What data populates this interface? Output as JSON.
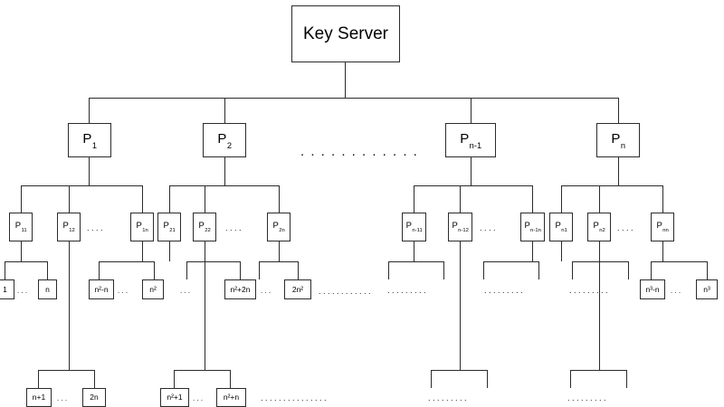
{
  "diagram": {
    "title": "Key Server hierarchical key distribution tree",
    "colors": {
      "stroke": "#2b2b2b",
      "background": "#ffffff",
      "text": "#000000"
    },
    "root": {
      "label": "Key Server"
    },
    "level1": [
      {
        "id": "p1",
        "base": "P",
        "sub": "1"
      },
      {
        "id": "p2",
        "base": "P",
        "sub": "2"
      },
      {
        "id": "pn-1",
        "base": "P",
        "sub": "n-1"
      },
      {
        "id": "pn",
        "base": "P",
        "sub": "n"
      }
    ],
    "level1_gap_dots": ". . . . . . . . . . . .",
    "level2": {
      "group1": [
        {
          "base": "P",
          "sub": "11"
        },
        {
          "base": "P",
          "sub": "12"
        },
        {
          "base": "P",
          "sub": "1n"
        }
      ],
      "group2": [
        {
          "base": "P",
          "sub": "21"
        },
        {
          "base": "P",
          "sub": "22"
        },
        {
          "base": "P",
          "sub": "2n"
        }
      ],
      "group3": [
        {
          "base": "P",
          "sub": "n-11"
        },
        {
          "base": "P",
          "sub": "n-12"
        },
        {
          "base": "P",
          "sub": "n-1n"
        }
      ],
      "group4": [
        {
          "base": "P",
          "sub": "n1"
        },
        {
          "base": "P",
          "sub": "n2"
        },
        {
          "base": "P",
          "sub": "nn"
        }
      ],
      "inner_dots": ". . . ."
    },
    "leaves_row1": [
      {
        "id": "leaf-1",
        "text": "1"
      },
      {
        "id": "leaf-n",
        "text": "n"
      },
      {
        "id": "leaf-n2-n",
        "text": "n²-n"
      },
      {
        "id": "leaf-n2",
        "text": "n²"
      },
      {
        "id": "leaf-n2p2n",
        "text": "n²+2n"
      },
      {
        "id": "leaf-2n2",
        "text": "2n²"
      },
      {
        "id": "leaf-n3-n",
        "text": "n³-n"
      },
      {
        "id": "leaf-n3",
        "text": "n³"
      }
    ],
    "leaves_row2": [
      {
        "id": "leaf-np1",
        "text": "n+1"
      },
      {
        "id": "leaf-2n",
        "text": "2n"
      },
      {
        "id": "leaf-n2p1",
        "text": "n²+1"
      },
      {
        "id": "leaf-n2pn",
        "text": "n²+n"
      }
    ],
    "ellipses": {
      "between_leaf_pair": ". . .",
      "row1_left_pad": ". . .",
      "row1_mid": ". . . . . . . . . . . .",
      "row1_group3": ". . . . . . . . .",
      "row1_group4": ". . . . . . . . .",
      "row1_tail": ". . . . . . . . .",
      "row2_mid": ". . . . . . . . . . . . . . .",
      "row2_g3": ". . . . . . . . .",
      "row2_g4": ". . . . . . . . ."
    }
  }
}
